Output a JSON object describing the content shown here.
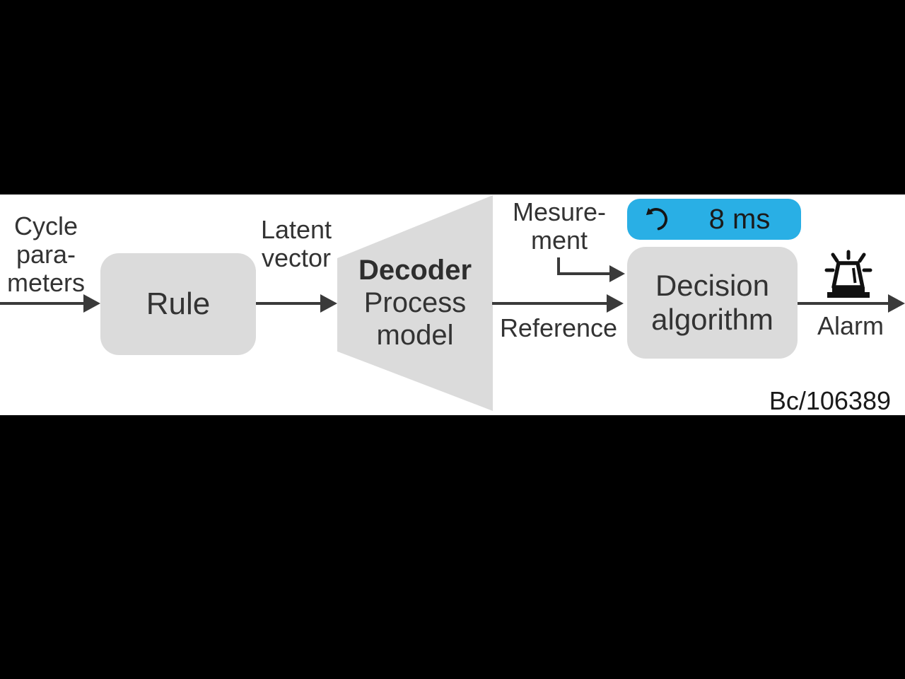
{
  "labels": {
    "cycle_line1": "Cycle",
    "cycle_line2": "para-",
    "cycle_line3": "meters",
    "latent_line1": "Latent",
    "latent_line2": "vector",
    "measurement_line1": "Mesure-",
    "measurement_line2": "ment",
    "reference": "Reference",
    "alarm": "Alarm",
    "figure_id": "Bc/106389"
  },
  "nodes": {
    "rule": "Rule",
    "decoder_title": "Decoder",
    "decoder_line2": "Process",
    "decoder_line3": "model",
    "decision_line1": "Decision",
    "decision_line2": "algorithm"
  },
  "badge": {
    "cycle_time": "8 ms",
    "icon": "rotate-ccw-icon"
  },
  "icons": {
    "output": "siren-alarm-icon"
  },
  "colors": {
    "background": "#000000",
    "canvas": "#ffffff",
    "node_fill": "#dbdbdb",
    "badge_fill": "#29afe5",
    "line": "#3a3a3a",
    "text": "#333333"
  }
}
